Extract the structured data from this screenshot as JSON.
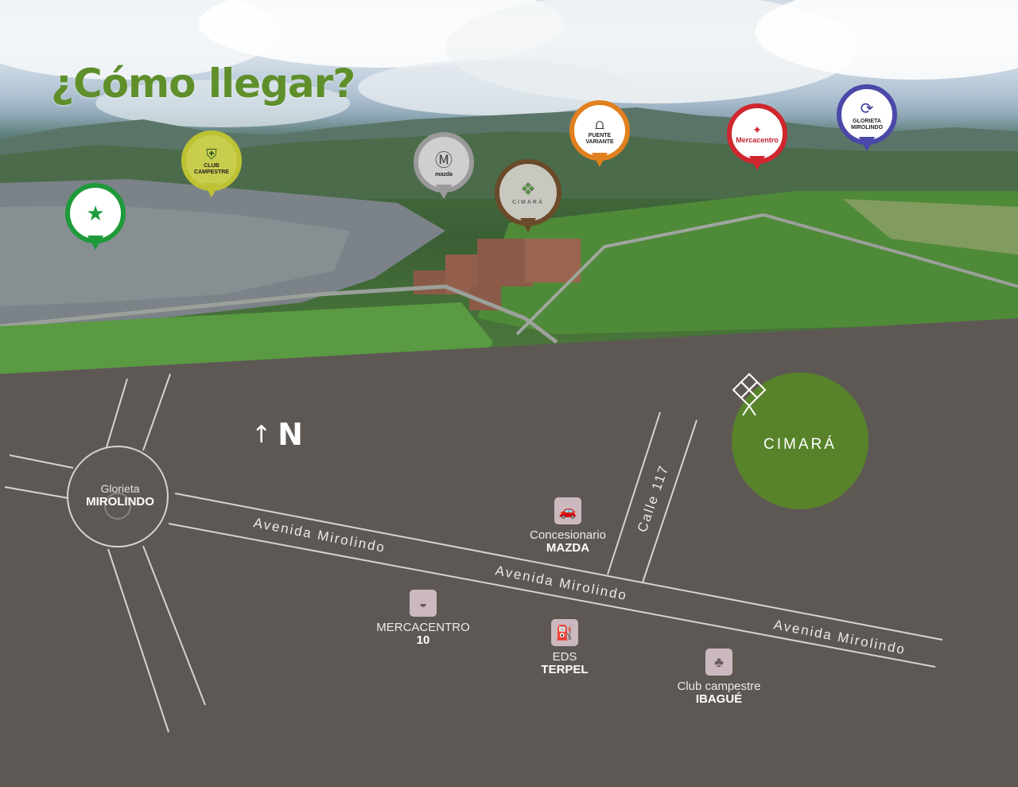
{
  "title": "¿Cómo llegar?",
  "pins": [
    {
      "name": "liga",
      "label": "",
      "color": "#1e9a3a"
    },
    {
      "name": "club-campestre",
      "label": "CLUB CAMPESTRE",
      "color": "#bcc233"
    },
    {
      "name": "mazda",
      "label": "mazda",
      "color": "#9a9a9a"
    },
    {
      "name": "cimara",
      "label": "CIMARÁ",
      "color": "#6b4a2a"
    },
    {
      "name": "puente-variante",
      "label": "PUENTE VARIANTE",
      "color": "#e0801e"
    },
    {
      "name": "mercacentro",
      "label": "Mercacentro",
      "color": "#d0262e"
    },
    {
      "name": "glorieta-mirolindo",
      "label": "GLORIETA MIROLINDO",
      "color": "#4a48a8"
    }
  ],
  "map": {
    "north": "N",
    "glorieta": {
      "line1": "Glorieta",
      "line2": "MIROLINDO"
    },
    "streets": {
      "avenida1": "Avenida Mirolindo",
      "avenida2": "Avenida Mirolindo",
      "avenida3": "Avenida Mirolindo",
      "calle": "Calle 117"
    },
    "pois": [
      {
        "name": "mazda",
        "line1": "Concesionario",
        "line2": "MAZDA",
        "icon": "car-icon"
      },
      {
        "name": "mercacentro",
        "line1": "MERCACENTRO",
        "line2": "10",
        "icon": "fruit-icon"
      },
      {
        "name": "terpel",
        "line1": "EDS",
        "line2": "TERPEL",
        "icon": "fuel-icon"
      },
      {
        "name": "club",
        "line1": "Club campestre",
        "line2": "IBAGUÉ",
        "icon": "tree-icon"
      }
    ],
    "logo": "CIMARÁ"
  },
  "colors": {
    "map_bg": "#5e5855",
    "accent_green": "#58832a",
    "title_green": "#5e8f2b"
  }
}
